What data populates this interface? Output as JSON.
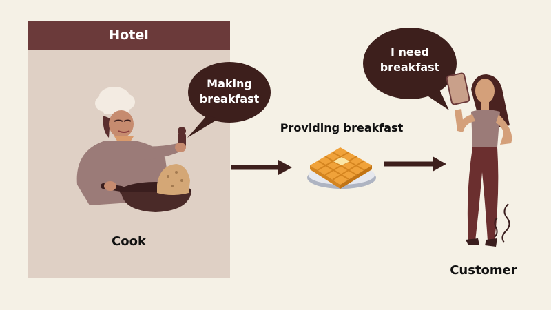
{
  "hotel": {
    "title": "Hotel"
  },
  "cook": {
    "label": "Cook",
    "speech_line1": "Making",
    "speech_line2": "breakfast"
  },
  "flow": {
    "label": "Providing breakfast",
    "food_icon": "waffle-icon"
  },
  "customer": {
    "label": "Customer",
    "speech_line1": "I need",
    "speech_line2": "breakfast"
  },
  "colors": {
    "background": "#f5f1e6",
    "hotel_panel": "#dfd0c5",
    "hotel_header": "#6b3a3a",
    "speech_bubble": "#3d1f1c",
    "arrow": "#3d1f1c",
    "waffle": "#f0a23a"
  }
}
